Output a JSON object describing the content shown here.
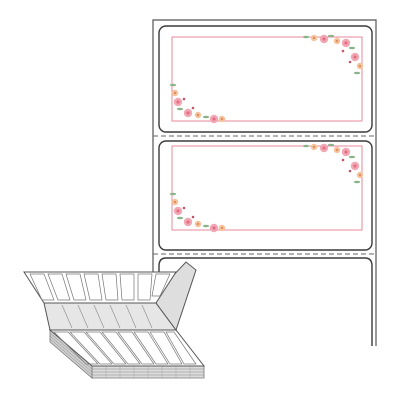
{
  "product": {
    "view": "fanfold-label-illustration",
    "label_style": "floral-corner-frame",
    "visible_label_count": 2,
    "perforation": "dashed",
    "colors": {
      "background": "#ffffff",
      "liner_outline": "#555555",
      "label_outline": "#3a3a3a",
      "inner_frame": "#e98a9a",
      "perforation": "#666666",
      "stack_face": "#e6e6e6",
      "stack_line": "#777777",
      "flower_pink": "#f2a7b4",
      "flower_rose": "#e46f82",
      "flower_peach": "#f6c29a",
      "leaf": "#8bb38a",
      "leaf_light": "#b9d3b0",
      "berry": "#c0546a"
    }
  }
}
